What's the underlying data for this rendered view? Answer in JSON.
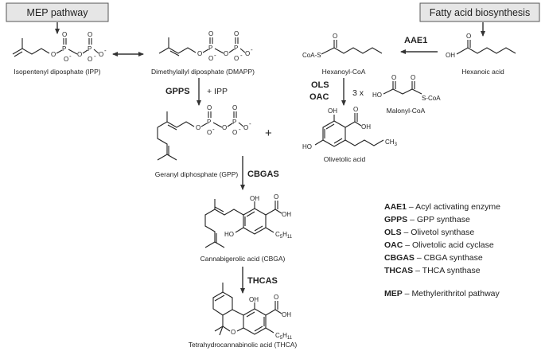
{
  "headers": {
    "mep": "MEP pathway",
    "fatty": "Fatty acid biosynthesis"
  },
  "compounds": {
    "ipp": "Isopentenyl diposphate (IPP)",
    "dmapp": "Dimethylallyl diposphate (DMAPP)",
    "hexanoyl": "Hexanoyl-CoA",
    "hexanoic": "Hexanoic acid",
    "malonyl": "Malonyl-CoA",
    "gpp": "Geranyl diphosphate (GPP)",
    "olivetolic": "Olivetolic acid",
    "cbga": "Cannabigerolic acid (CBGA)",
    "thca": "Tetrahydrocannabinolic acid (THCA)"
  },
  "enzymes": {
    "aae1": "AAE1",
    "gpps": "GPPS",
    "ols": "OLS",
    "oac": "OAC",
    "cbgas": "CBGAS",
    "thcas": "THCAS"
  },
  "annotations": {
    "plus_ipp": "+ IPP",
    "three_x": "3 x",
    "plus": "+"
  },
  "atoms": {
    "O": "O",
    "P": "P",
    "Ominus": "O",
    "minus": "-",
    "OH": "OH",
    "HO": "HO",
    "CoA_S": "CoA-S",
    "S_CoA": "S-CoA",
    "CH3": "CH3",
    "C5H11": "C5H11"
  },
  "legend": [
    {
      "abbr": "AAE1",
      "desc": " – Acyl activating enzyme"
    },
    {
      "abbr": "GPPS",
      "desc": " – GPP synthase"
    },
    {
      "abbr": "OLS",
      "desc": " – Olivetol synthase"
    },
    {
      "abbr": "OAC",
      "desc": " – Olivetolic acid cyclase"
    },
    {
      "abbr": "CBGAS",
      "desc": " – CBGA synthase"
    },
    {
      "abbr": "THCAS",
      "desc": " – THCA synthase"
    },
    {
      "abbr": "MEP",
      "desc": " – Methylerithritol pathway"
    }
  ]
}
